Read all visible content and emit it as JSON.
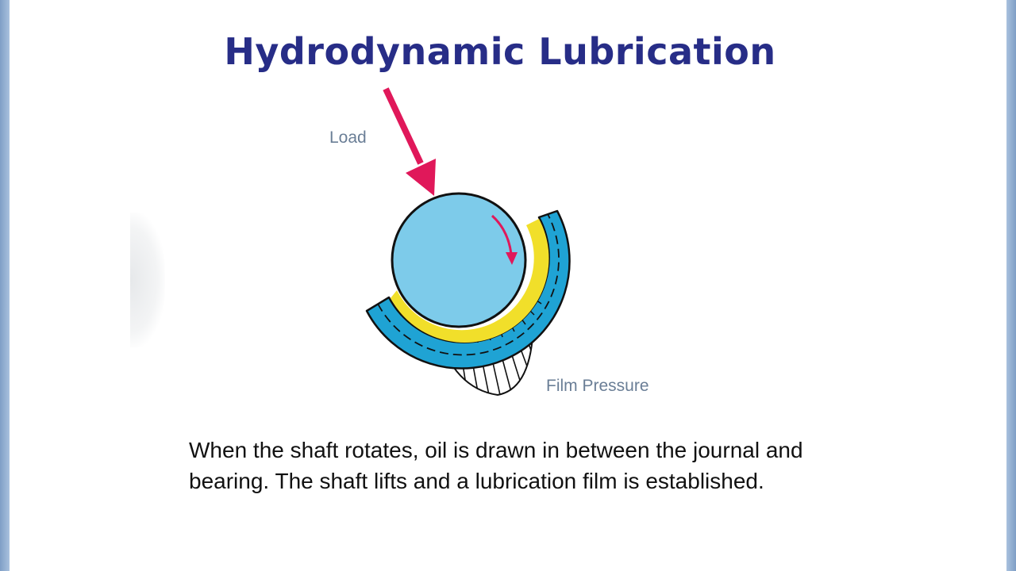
{
  "slide": {
    "title": "Hydrodynamic Lubrication",
    "diagram": {
      "load_label": "Load",
      "film_pressure_label": "Film Pressure"
    },
    "caption": "When the shaft rotates, oil is drawn in between the journal and bearing. The shaft lifts and a lubrication film is established."
  },
  "colors": {
    "title": "#272d87",
    "load_arrow": "#e0185a",
    "shaft": "#7dcbea",
    "bearing": "#1fa3d4",
    "oil_film": "#f1df2a",
    "label": "#6a7e96"
  }
}
